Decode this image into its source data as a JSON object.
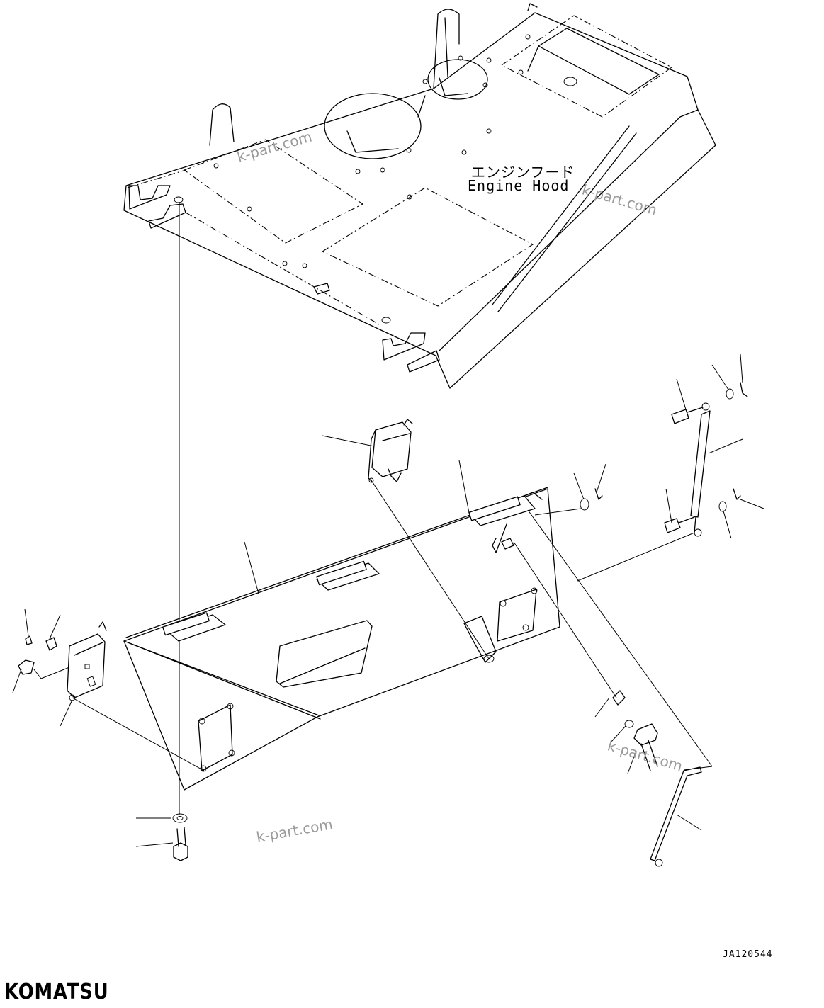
{
  "hood_label": {
    "japanese": "エンジンフード",
    "english": "Engine Hood"
  },
  "watermarks": [
    "k-part.com",
    "k-part.com",
    "k-part.com",
    "k-part.com"
  ],
  "document_code": "JA120544",
  "brand": "KOMATSU"
}
